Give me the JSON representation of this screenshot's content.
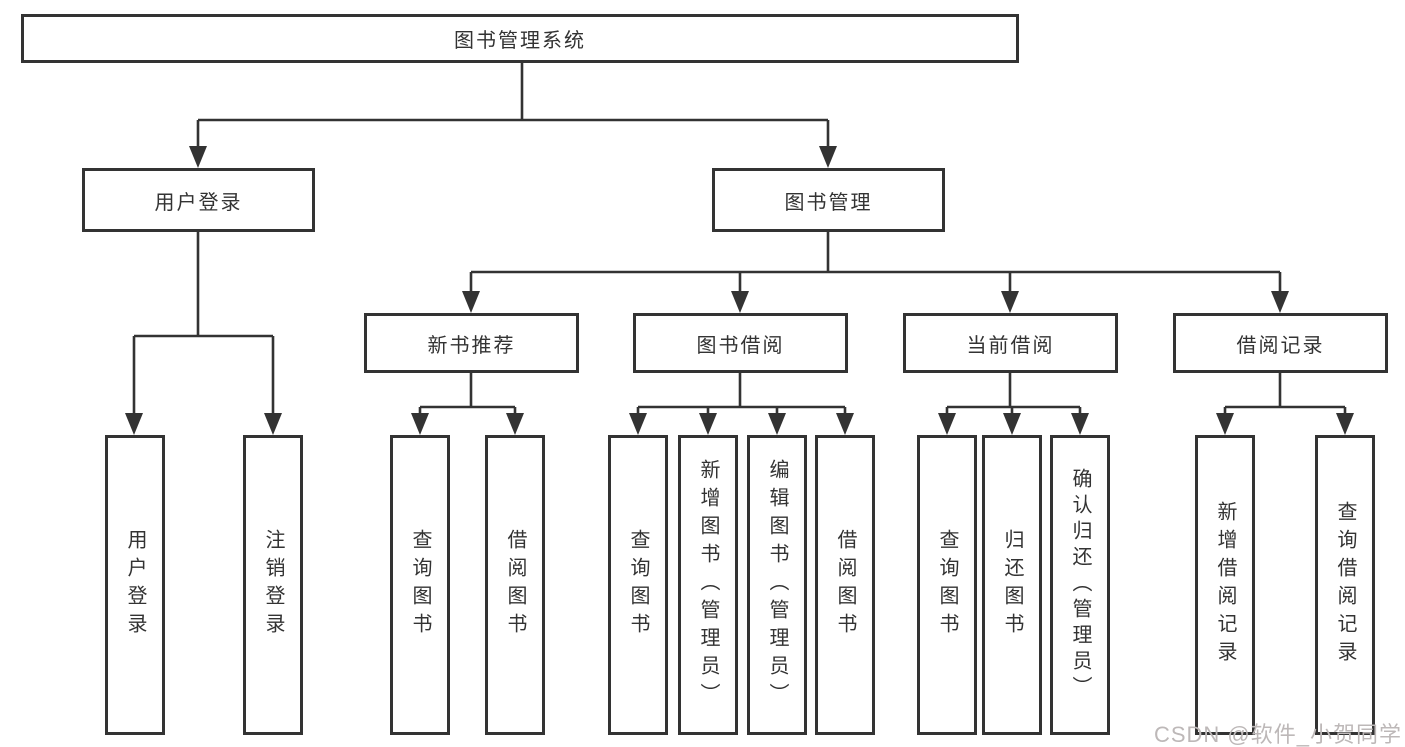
{
  "page": {
    "watermark": "CSDN @软件_小贺同学"
  },
  "colors": {
    "line": "#333333",
    "text": "#333333",
    "watermark": "#bdb8b8",
    "background": "#ffffff"
  },
  "diagram": {
    "root": "图书管理系统",
    "login": {
      "label": "用户登录",
      "children": [
        "用户登录",
        "注销登录"
      ]
    },
    "mgmt": {
      "label": "图书管理",
      "newbook": {
        "label": "新书推荐",
        "children": [
          "查询图书",
          "借阅图书"
        ]
      },
      "borrow": {
        "label": "图书借阅",
        "children": [
          "查询图书",
          "新增图书（管理员）",
          "编辑图书（管理员）",
          "借阅图书"
        ]
      },
      "current": {
        "label": "当前借阅",
        "children": [
          "查询图书",
          "归还图书",
          "确认归还（管理员）"
        ]
      },
      "record": {
        "label": "借阅记录",
        "children": [
          "新增借阅记录",
          "查询借阅记录"
        ]
      }
    }
  }
}
